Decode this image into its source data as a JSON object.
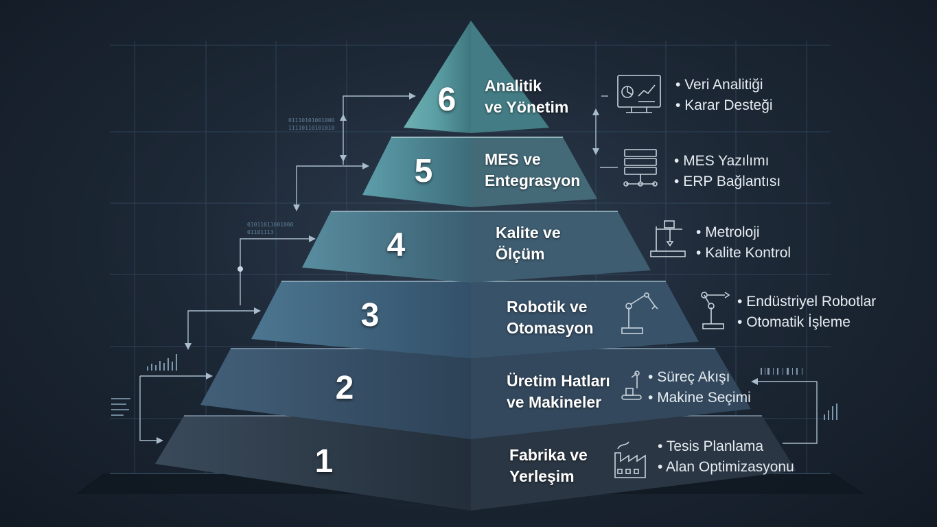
{
  "levels": [
    {
      "number": "6",
      "title_line1": "Analitik",
      "title_line2": "ve Yönetim",
      "bullets": [
        "Veri Analitiği",
        "Karar Desteği"
      ],
      "icon": "monitor-chart-icon"
    },
    {
      "number": "5",
      "title_line1": "MES ve",
      "title_line2": "Entegrasyon",
      "bullets": [
        "MES Yazılımı",
        "ERP Bağlantısı"
      ],
      "icon": "server-network-icon"
    },
    {
      "number": "4",
      "title_line1": "Kalite ve",
      "title_line2": "Ölçüm",
      "bullets": [
        "Metroloji",
        "Kalite Kontrol"
      ],
      "icon": "measuring-machine-icon"
    },
    {
      "number": "3",
      "title_line1": "Robotik ve",
      "title_line2": "Otomasyon",
      "bullets": [
        "Endüstriyel Robotlar",
        "Otomatik İşleme"
      ],
      "icon": "robot-arm-icon"
    },
    {
      "number": "2",
      "title_line1": "Üretim Hatları",
      "title_line2": "ve Makineler",
      "bullets": [
        "Süreç Akışı",
        "Makine Seçimi"
      ],
      "icon": "conveyor-robot-icon"
    },
    {
      "number": "1",
      "title_line1": "Fabrika ve",
      "title_line2": "Yerleşim",
      "bullets": [
        "Tesis Planlama",
        "Alan Optimizasyonu"
      ],
      "icon": "factory-icon"
    }
  ],
  "binary": {
    "top": "01110101001000\n11110110101010",
    "mid": "01011011001000\n01101113"
  },
  "colors": {
    "tier6": "#4f8d94",
    "tier5": "#4b8290",
    "tier4": "#497689",
    "tier3": "#43647a",
    "tier2": "#3a5266",
    "tier1": "#2f3d4c",
    "grid": "#3c5a75",
    "line": "#9fb4c6"
  }
}
